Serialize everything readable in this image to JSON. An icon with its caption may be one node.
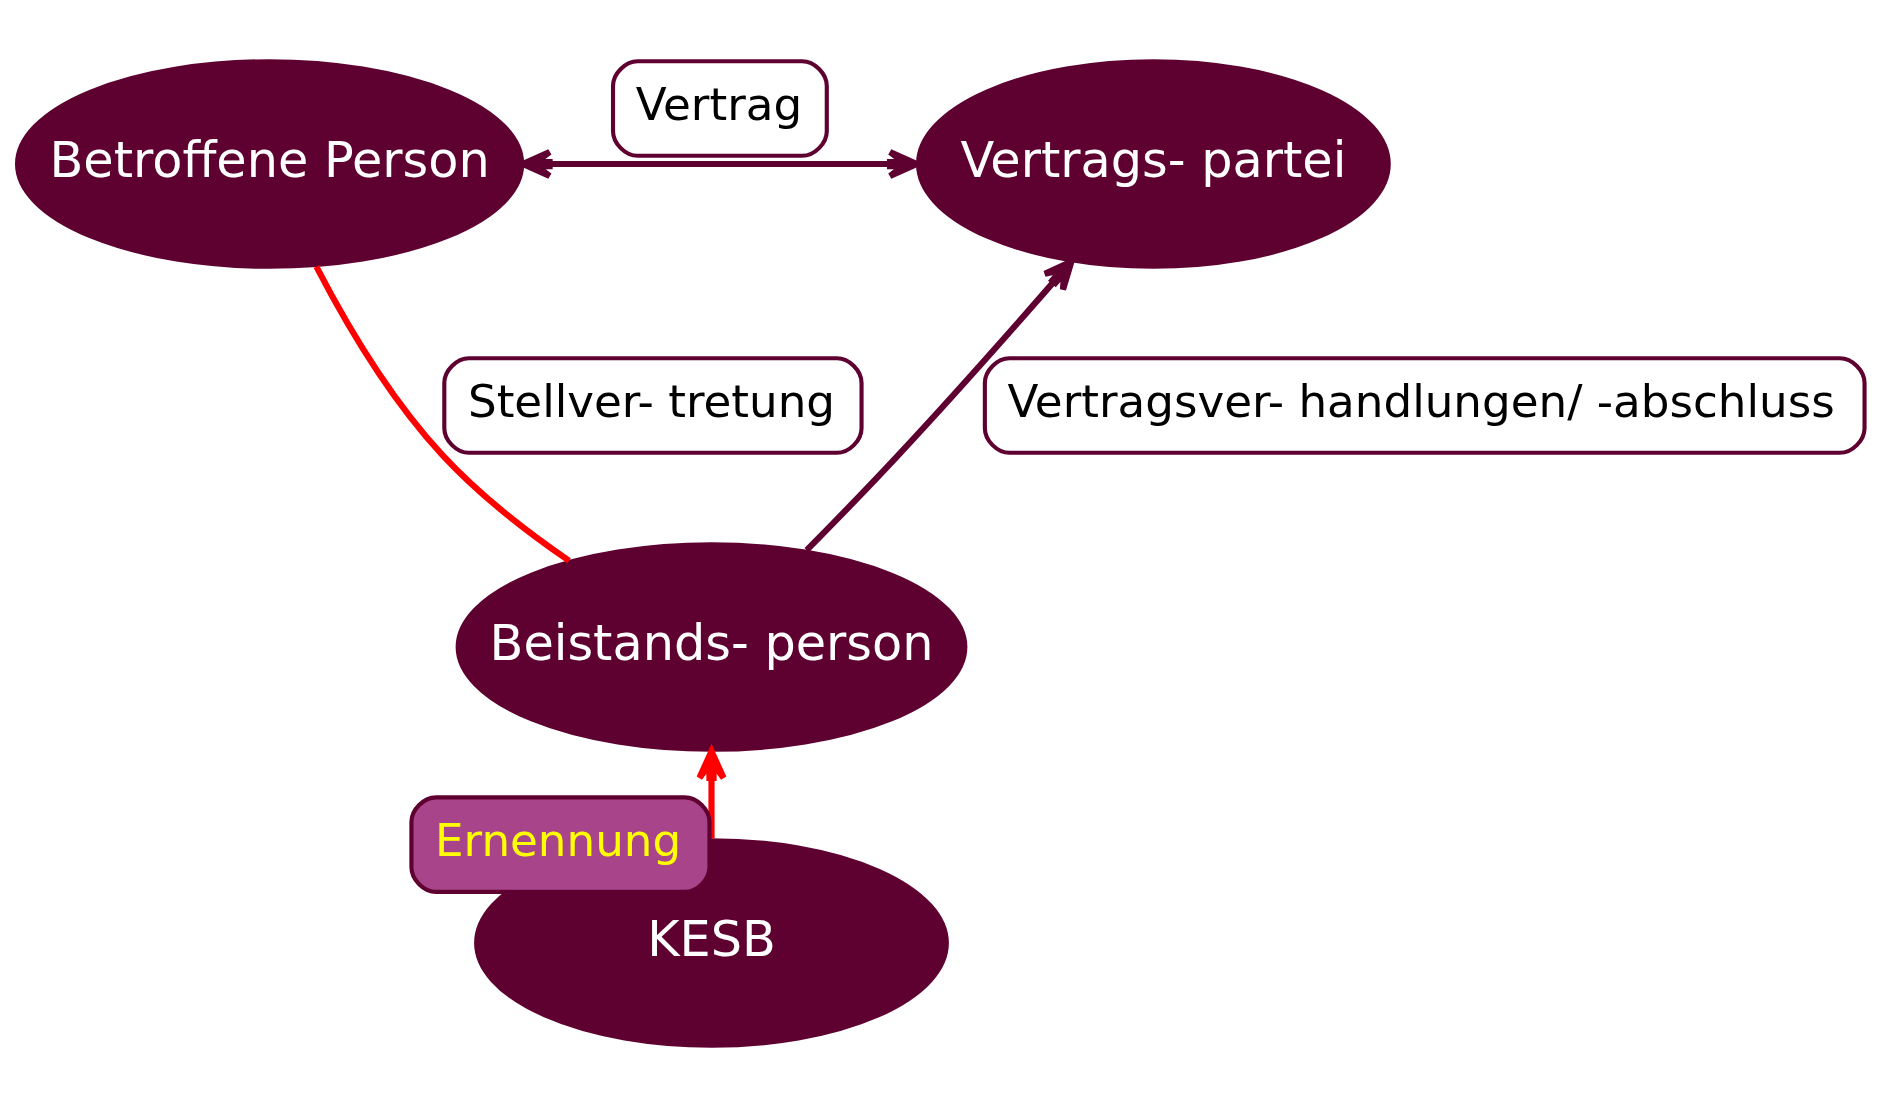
{
  "diagram": {
    "nodes": [
      {
        "text": [
          "Betroffene Person"
        ]
      },
      {
        "text": [
          "Vertrags- partei"
        ]
      },
      {
        "text": [
          "Beistands- person"
        ]
      },
      {
        "text": [
          "KESB"
        ]
      }
    ],
    "edges": [
      {
        "from": 0,
        "to": 1,
        "arrow": "both",
        "label": "Vertrag"
      },
      {
        "from": 0,
        "to": 2,
        "arrow": "none",
        "label": "Stellver- tretung",
        "color": "#ff0000"
      },
      {
        "from": 2,
        "to": 1,
        "arrow": "to",
        "label": "Vertragsver- handlungen/ -abschluss"
      },
      {
        "from": 3,
        "to": 2,
        "arrow": "to",
        "label": "Ernennung",
        "color": "#ff0000"
      }
    ]
  }
}
